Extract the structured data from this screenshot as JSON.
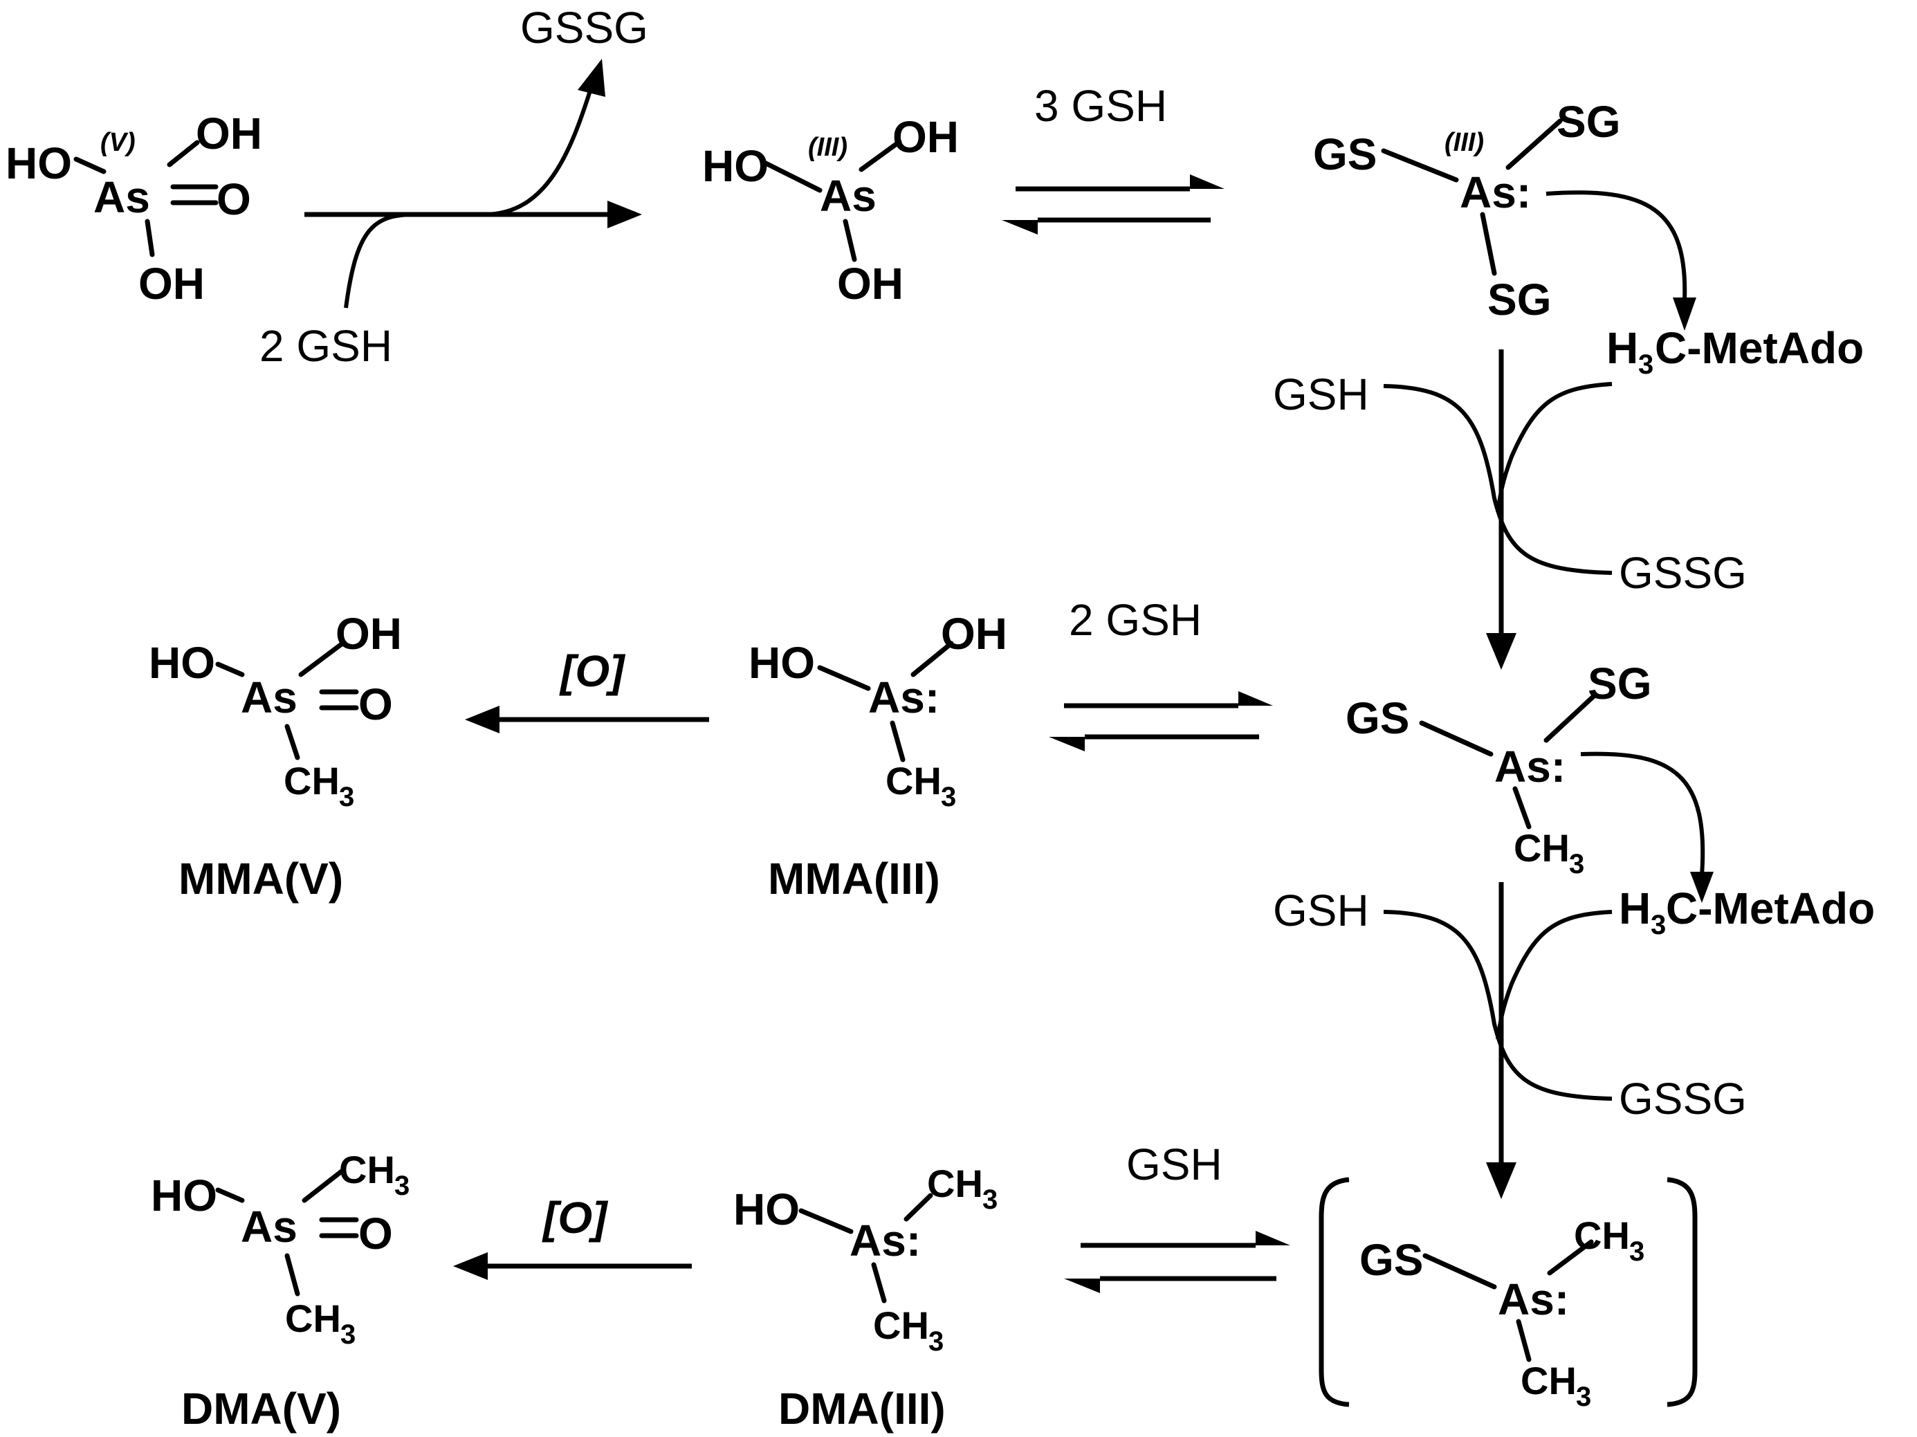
{
  "labels": {
    "arsenate": {
      "ho": "HO",
      "oh_top": "OH",
      "oh_bottom": "OH",
      "as": "As",
      "o": "O",
      "ox": "(V)"
    },
    "arsenite": {
      "ho": "HO",
      "oh_top": "OH",
      "oh_bottom": "OH",
      "as": "As",
      "ox": "(III)"
    },
    "as_gs3": {
      "gs": "GS",
      "sg_top": "SG",
      "sg_bottom": "SG",
      "as": "As:",
      "ox": "(III)"
    },
    "mma_gs2": {
      "gs": "GS",
      "sg": "SG",
      "as": "As:",
      "ch": "CH",
      "three": "3"
    },
    "dma_gs": {
      "gs": "GS",
      "as": "As:",
      "ch_top": "CH",
      "ch_bottom": "CH",
      "three": "3"
    },
    "mma3": {
      "ho": "HO",
      "oh": "OH",
      "as": "As:",
      "ch": "CH",
      "three": "3",
      "name": "MMA(III)"
    },
    "mma5": {
      "ho": "HO",
      "oh": "OH",
      "as": "As",
      "o": "O",
      "ch": "CH",
      "three": "3",
      "name": "MMA(V)"
    },
    "dma3": {
      "ho": "HO",
      "as": "As:",
      "ch_top": "CH",
      "ch_bottom": "CH",
      "three": "3",
      "name": "DMA(III)"
    },
    "dma5": {
      "ho": "HO",
      "as": "As",
      "o": "O",
      "ch_top": "CH",
      "ch_bottom": "CH",
      "three": "3",
      "name": "DMA(V)"
    }
  },
  "reagents": {
    "gssg_top": "GSSG",
    "gsh2_top": "2 GSH",
    "gsh3": "3 GSH",
    "gsh2_mid": "2 GSH",
    "gsh1": "GSH",
    "gsh_in_1": "GSH",
    "gssg_out_1": "GSSG",
    "gsh_in_2": "GSH",
    "gssg_out_2": "GSSG",
    "sam_h": "H",
    "sam_3": "3",
    "sam_rest": "C-MetAdo",
    "oxidation": "[O]"
  }
}
